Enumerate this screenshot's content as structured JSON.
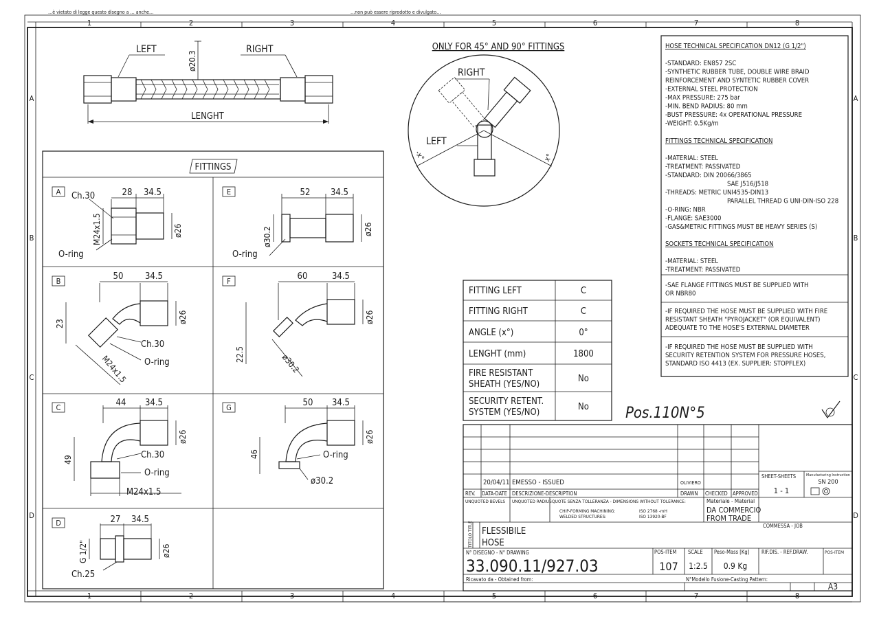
{
  "frame": {
    "cols": [
      "1",
      "2",
      "3",
      "4",
      "5",
      "6",
      "7",
      "8"
    ],
    "rows": [
      "A",
      "B",
      "C",
      "D"
    ],
    "top_note_left": "…è vietato di legge questo disegno a … anche…",
    "top_note_right": "…non può essere riprodotto e divulgato…"
  },
  "hose_view": {
    "left": "LEFT",
    "right": "RIGHT",
    "diameter": "ø20.3",
    "length": "LENGHT"
  },
  "angle_view": {
    "title": "ONLY FOR 45° AND 90° FITTINGS",
    "right": "RIGHT",
    "left": "LEFT",
    "x_left": "-x°",
    "x_right": "x°"
  },
  "fittings": {
    "title": "FITTINGS",
    "cells": [
      {
        "id": "A",
        "labels": [
          "Ch.30",
          "28",
          "34.5",
          "M24x1.5",
          "ø26",
          "O-ring"
        ]
      },
      {
        "id": "E",
        "labels": [
          "52",
          "34.5",
          "ø30.2",
          "ø26",
          "O-ring"
        ]
      },
      {
        "id": "B",
        "labels": [
          "50",
          "34.5",
          "23",
          "ø26",
          "Ch.30",
          "O-ring",
          "M24x1.5"
        ]
      },
      {
        "id": "F",
        "labels": [
          "60",
          "34.5",
          "ø26",
          "22.5",
          "ø30.2"
        ]
      },
      {
        "id": "C",
        "labels": [
          "44",
          "34.5",
          "ø26",
          "49",
          "Ch.30",
          "O-ring",
          "M24x1.5"
        ]
      },
      {
        "id": "G",
        "labels": [
          "50",
          "34.5",
          "ø26",
          "46",
          "O-ring",
          "ø30.2"
        ]
      },
      {
        "id": "D",
        "labels": [
          "27",
          "34.5",
          "G 1/2\"",
          "ø26",
          "Ch.25"
        ]
      }
    ]
  },
  "spec_table": [
    {
      "label": "FITTING LEFT",
      "value": "C"
    },
    {
      "label": "FITTING RIGHT",
      "value": "C"
    },
    {
      "label": "ANGLE (x°)",
      "value": "0°"
    },
    {
      "label": "LENGHT (mm)",
      "value": "1800"
    },
    {
      "label": "FIRE RESISTANT|SHEATH (YES/NO)",
      "value": "No"
    },
    {
      "label": "SECURITY RETENT.|SYSTEM (YES/NO)",
      "value": "No"
    }
  ],
  "handwritten_note": "Pos.110N°5",
  "tech_spec": {
    "title": "HOSE TECHNICAL SPECIFICATION DN12 (G 1/2\")",
    "hose_lines": [
      "-STANDARD: EN857 2SC",
      "-SYNTHETIC RUBBER TUBE, DOUBLE WIRE BRAID",
      "REINFORCEMENT AND SYNTETIC RUBBER COVER",
      "-EXTERNAL STEEL PROTECTION",
      "-MAX PRESSURE: 275 bar",
      "-MIN. BEND RADIUS: 80 mm",
      "-BUST PRESSURE: 4x OPERATIONAL PRESSURE",
      "-WEIGHT: 0.5Kg/m"
    ],
    "fittings_title": "FITTINGS TECHNICAL SPECIFICATION",
    "fittings_lines": [
      "-MATERIAL: STEEL",
      "-TREATMENT: PASSIVATED",
      "-STANDARD: DIN 20066/3865",
      "SAE J516/J518",
      "-THREADS: METRIC UNI4535-DIN13",
      "PARALLEL THREAD G UNI-DIN-ISO 228",
      "-O-RING: NBR",
      "-FLANGE: SAE3000",
      "-GAS&METRIC FITTINGS MUST BE HEAVY SERIES (S)"
    ],
    "sockets_title": "SOCKETS TECHNICAL SPECIFICATION",
    "sockets_lines": [
      "-MATERIAL: STEEL",
      "-TREATMENT: PASSIVATED"
    ],
    "note1": [
      "-SAE FLANGE FITTINGS MUST BE SUPPLIED WITH",
      "OR NBR80"
    ],
    "note2": [
      "-IF REQUIRED THE HOSE MUST BE SUPPLIED WITH FIRE",
      "RESISTANT SHEATH \"PYROJACKET\" (OR EQUIVALENT)",
      "ADEQUATE TO THE HOSE'S EXTERNAL DIAMETER"
    ],
    "note3": [
      "-IF REQUIRED THE HOSE MUST BE SUPPLIED WITH",
      "SECURITY RETENTION SYSTEM FOR PRESSURE HOSES,",
      "STANDARD ISO 4413 (EX. SUPPLIER: STOPFLEX)"
    ]
  },
  "title_block": {
    "rev_date": "20/04/11",
    "rev_desc": "EMESSO - ISSUED",
    "drawn_by": "OLIVIERO",
    "h_rev": "REV.",
    "h_date": "DATA-DATE",
    "h_desc": "DESCRIZIONE-DESCRIPTION",
    "h_drawn": "DRAWN",
    "h_checked": "CHECKED",
    "h_approved": "APPROVED",
    "sheet_label": "SHEET-SHEETS",
    "sheet_value": "1 - 1",
    "mfg_label": "Manufacturing Instruction",
    "mfg_value": "SN 200",
    "unq_bevels": "UNQUOTED BEVELS",
    "unq_radius": "UNQUOTED RADIUS",
    "tolerance": "QUOTE SENZA TOLLERANZA - DIMENSIONS WITHOUT TOLERANCE:",
    "chip": "CHIP-FORMING MACHINING:",
    "chip_std": "ISO 2768 -mH",
    "welded": "WELDED STRUCTURES:",
    "welded_std": "ISO 13920-BF",
    "material_label": "Materiale - Material",
    "material_value1": "DA COMMERCIO",
    "material_value2": "FROM TRADE",
    "commessa": "COMMESSA - JOB",
    "titolo": "TITOLO TITLE",
    "title1": "FLESSIBILE",
    "title2": "HOSE",
    "drawing_label": "N° DISEGNO - N° DRAWING",
    "drawing_number": "33.090.11/927.03",
    "pos_label": "POS-ITEM",
    "pos_value": "107",
    "scale_label": "SCALE",
    "scale_value": "1:2.5",
    "mass_label": "Peso-Mass [Kg]",
    "mass_value": "0.9 Kg",
    "ref_dis": "RIF.DIS. - REF.DRAW.",
    "pos_item2": "POS-ITEM",
    "obtained": "Ricavato da - Obtained from:",
    "pattern": "N°Modello Fusione-Casting Pattern:",
    "size": "A3"
  }
}
